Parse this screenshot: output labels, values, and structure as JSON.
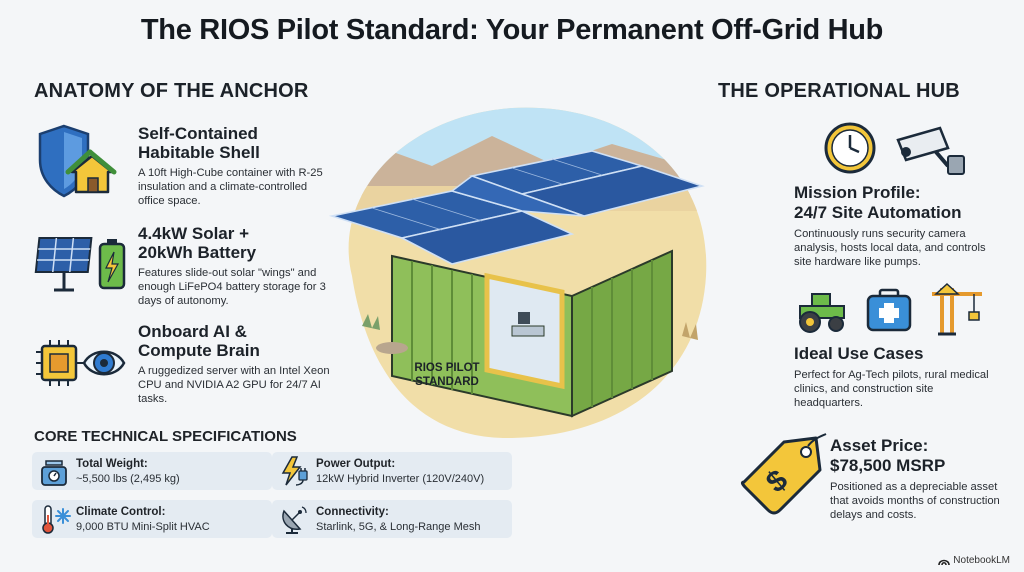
{
  "title": "The RIOS Pilot Standard: Your Permanent Off-Grid Hub",
  "left_section": {
    "heading": "ANATOMY OF THE ANCHOR",
    "features": [
      {
        "title_line1": "Self-Contained",
        "title_line2": "Habitable Shell",
        "body": "A 10ft High-Cube container with R-25 insulation and a climate-controlled office space.",
        "icon": "shield-house-icon"
      },
      {
        "title_line1": "4.4kW Solar +",
        "title_line2": "20kWh Battery",
        "body": "Features slide-out solar \"wings\" and enough LiFePO4 battery storage for 3 days of autonomy.",
        "icon": "solar-battery-icon"
      },
      {
        "title_line1": "Onboard AI &",
        "title_line2": "Compute Brain",
        "body": "A ruggedized server with an Intel Xeon CPU and NVIDIA A2 GPU for 24/7 AI tasks.",
        "icon": "chip-eye-icon"
      }
    ]
  },
  "specs": {
    "heading": "CORE TECHNICAL SPECIFICATIONS",
    "items": [
      {
        "label": "Total Weight:",
        "value": "~5,500 lbs (2,495 kg)",
        "icon": "scale-icon"
      },
      {
        "label": "Power Output:",
        "value": "12kW Hybrid Inverter (120V/240V)",
        "icon": "lightning-plug-icon"
      },
      {
        "label": "Climate Control:",
        "value": "9,000 BTU Mini-Split HVAC",
        "icon": "thermometer-snowflake-icon"
      },
      {
        "label": "Connectivity:",
        "value": "Starlink, 5G, & Long-Range Mesh",
        "icon": "satellite-dish-icon"
      }
    ]
  },
  "hero": {
    "label_line1": "RIOS PILOT",
    "label_line2": "STANDARD"
  },
  "right_section": {
    "heading": "THE OPERATIONAL HUB",
    "mission": {
      "title_line1": "Mission Profile:",
      "title_line2": "24/7 Site Automation",
      "body": "Continuously runs security camera analysis, hosts local data, and controls site hardware like pumps."
    },
    "use_cases": {
      "title": "Ideal Use Cases",
      "body": "Perfect for Ag-Tech pilots, rural medical clinics, and construction site headquarters."
    },
    "price": {
      "title_line1": "Asset Price:",
      "title_line2": "$78,500 MSRP",
      "body": "Positioned as a depreciable asset that avoids months of construction delays and costs."
    }
  },
  "brand": "NotebookLM",
  "colors": {
    "solar_blue": "#2d5fa8",
    "container_green": "#8fbf5a",
    "sand": "#f1dea8",
    "tag_yellow": "#f3c63a"
  }
}
